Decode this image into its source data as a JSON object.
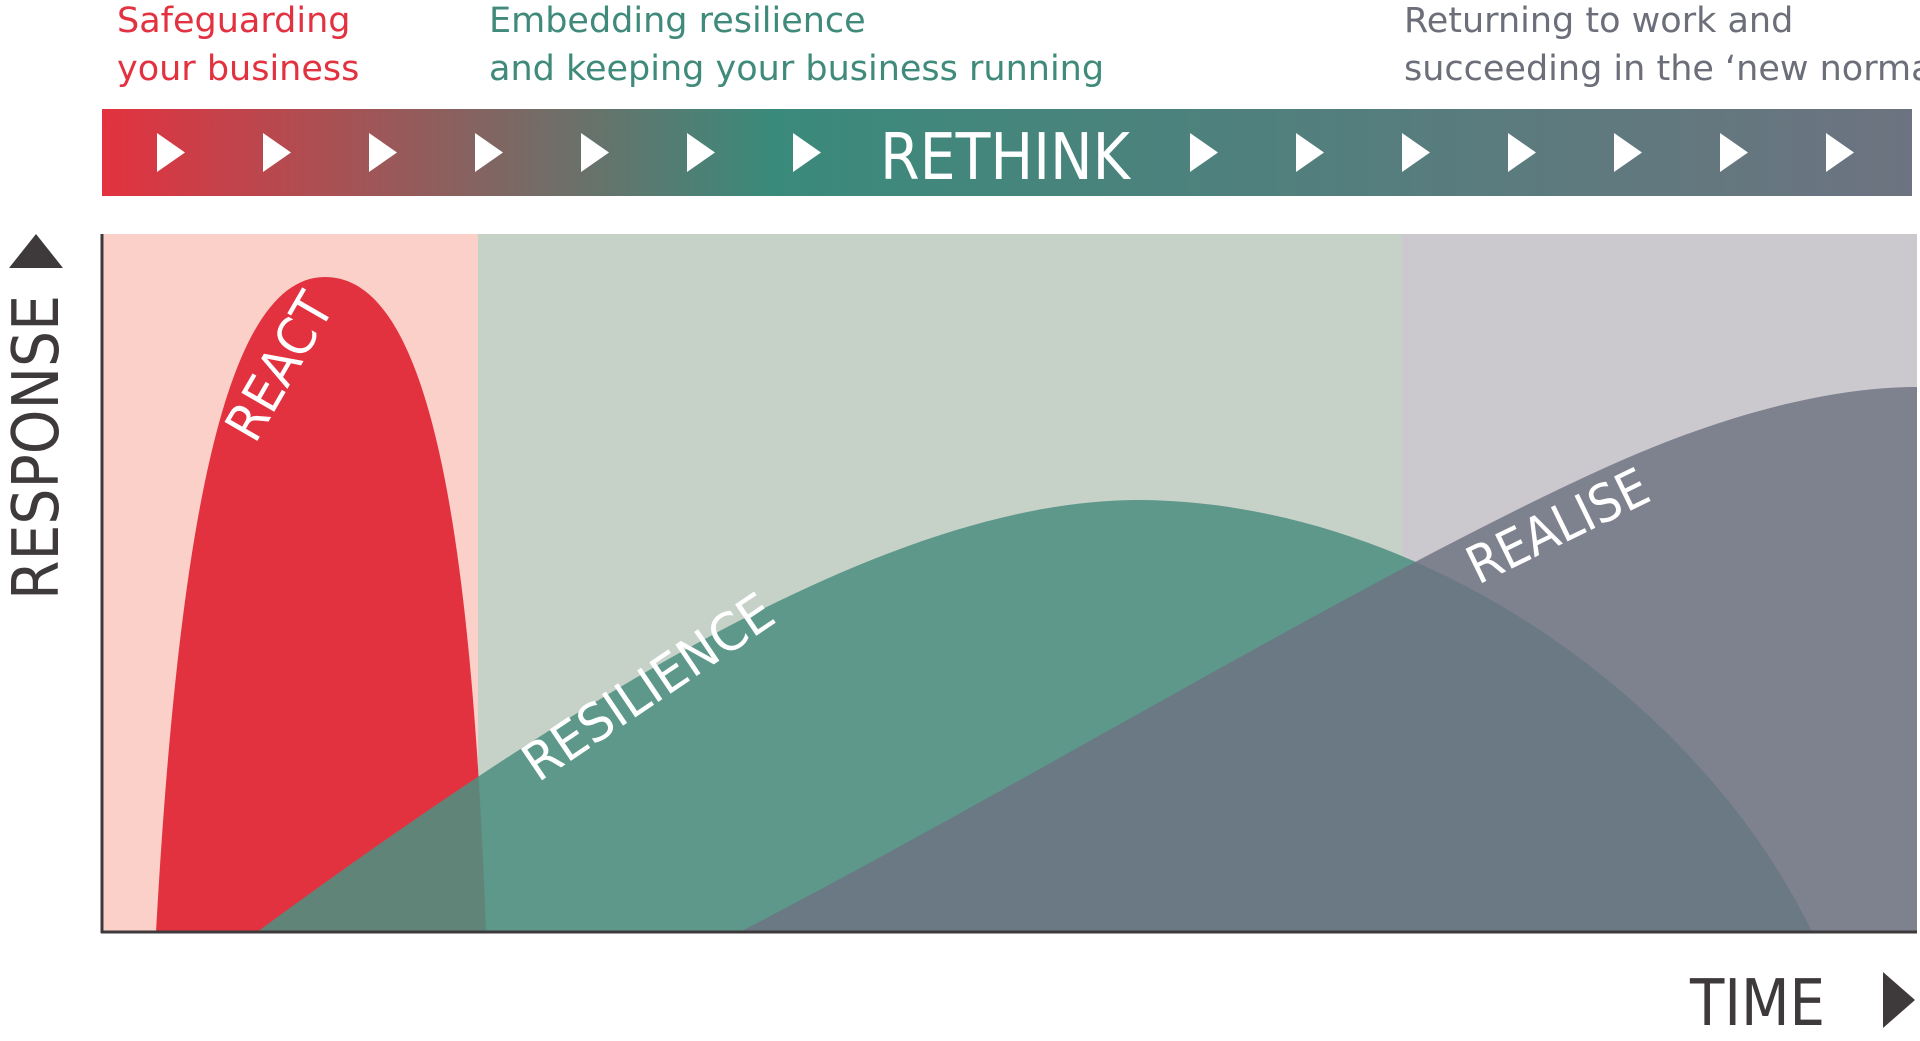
{
  "phases": [
    {
      "line1": "Safeguarding",
      "line2": "your business",
      "color": "#e3323f"
    },
    {
      "line1": "Embedding resilience",
      "line2": "and keeping your business running",
      "color": "#3f8a7a"
    },
    {
      "line1": "Returning to work and",
      "line2": "succeeding in the ‘new normal’",
      "color": "#6c6f7a"
    }
  ],
  "banner": {
    "label": "RETHINK",
    "gradient": [
      "#e3323f",
      "#3a8a7b",
      "#6d7380"
    ],
    "arrow_icon": "play-triangle-icon"
  },
  "zones": [
    {
      "name": "react-zone",
      "color": "#fbd0c8"
    },
    {
      "name": "resilience-zone",
      "color": "#c6d1c8"
    },
    {
      "name": "realise-zone",
      "color": "#cbc8ce"
    }
  ],
  "curves": [
    {
      "label": "REACT",
      "color": "#e3323f"
    },
    {
      "label": "RESILIENCE",
      "color": "#4f8f82"
    },
    {
      "label": "REALISE",
      "color": "#6d7381"
    }
  ],
  "axes": {
    "y_label": "RESPONSE",
    "x_label": "TIME",
    "color": "#3e3a3b"
  }
}
